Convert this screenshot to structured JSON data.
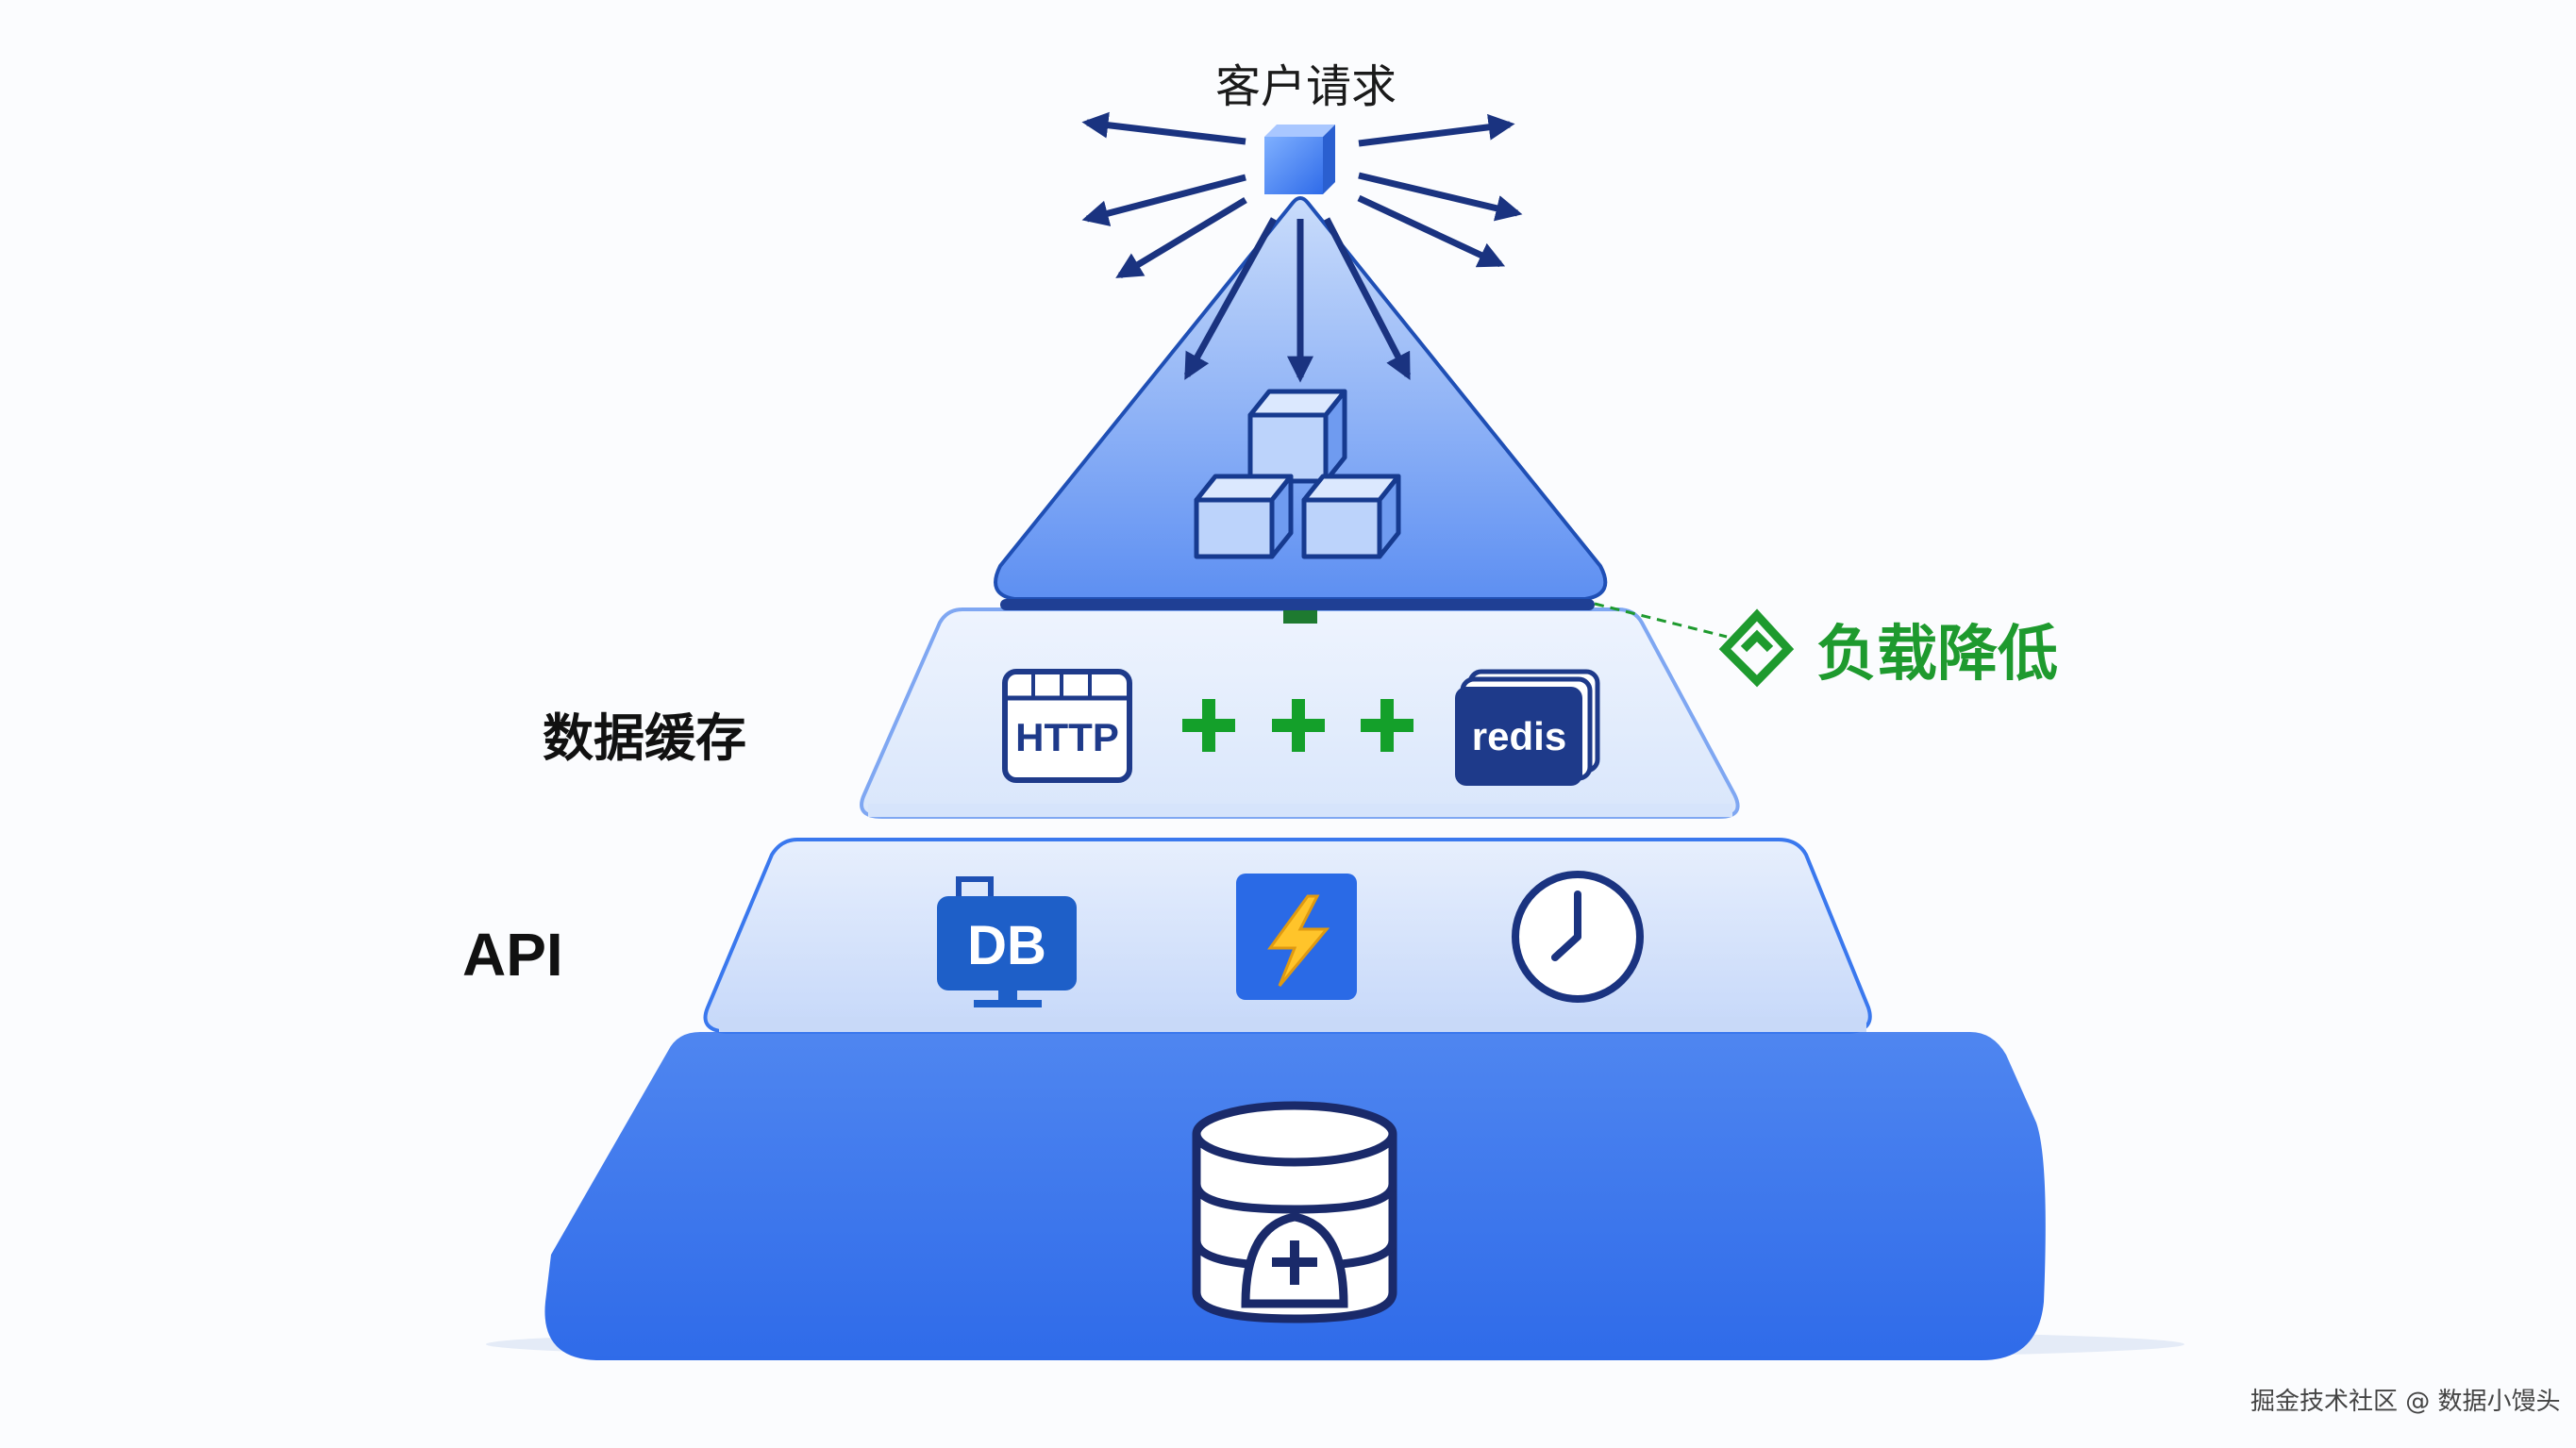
{
  "labels": {
    "top": "客户请求",
    "cache_layer": "数据缓存",
    "api_layer": "API",
    "annotation": "负载降低",
    "watermark": "掘金技术社区 @ 数据小馒头"
  },
  "icons": {
    "http_box": "HTTP",
    "redis_box": "redis",
    "db_monitor": "DB"
  },
  "colors": {
    "accent_green": "#1e9a2e",
    "arrow_navy": "#1a3380",
    "layer_blue": "#3a78ee"
  }
}
